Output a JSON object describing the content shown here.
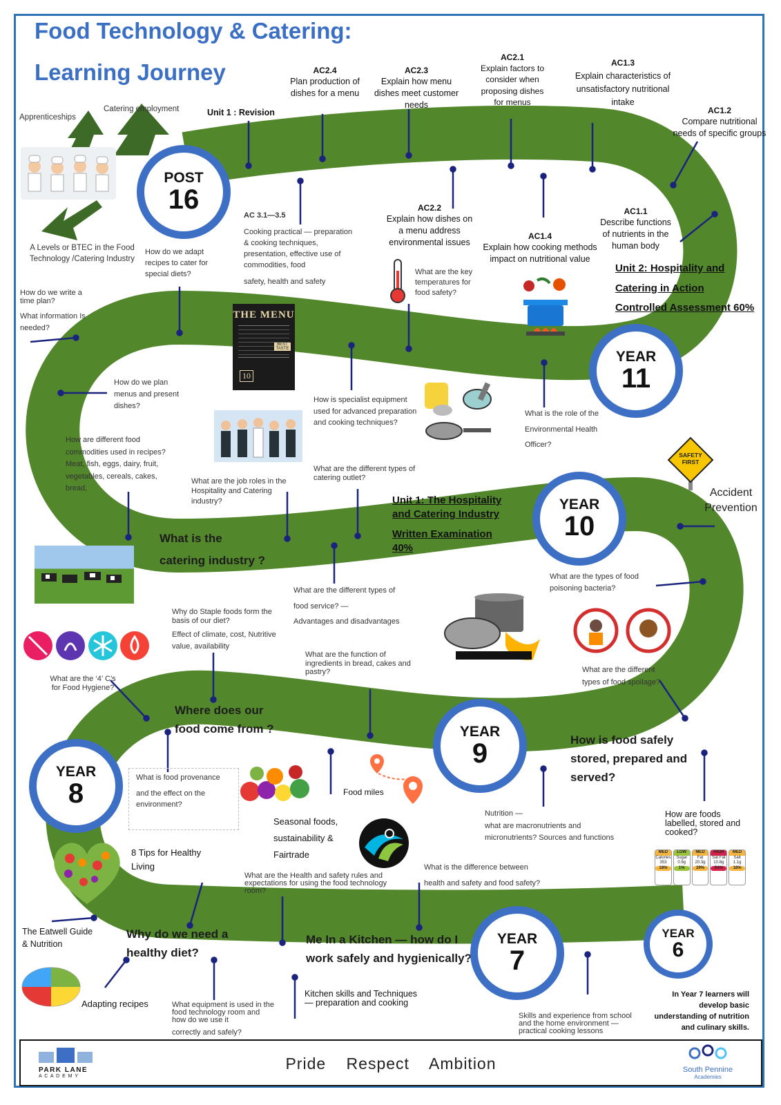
{
  "title": {
    "line1": "Food Technology & Catering:",
    "line2": "Learning Journey"
  },
  "badges": {
    "post16": {
      "l1": "POST",
      "l2": "16"
    },
    "year11": {
      "l1": "YEAR",
      "l2": "11"
    },
    "year10": {
      "l1": "YEAR",
      "l2": "10"
    },
    "year9": {
      "l1": "YEAR",
      "l2": "9"
    },
    "year8": {
      "l1": "YEAR",
      "l2": "8"
    },
    "year7": {
      "l1": "YEAR",
      "l2": "7"
    },
    "year6": {
      "l1": "YEAR",
      "l2": "6"
    }
  },
  "post16": {
    "apprenticeships": "Apprenticeships",
    "catering_employment": "Catering employment",
    "alevels": "A Levels or BTEC in the Food Technology /Catering Industry"
  },
  "ac": {
    "unit1_revision": "Unit 1 : Revision",
    "ac24_code": "AC2.4",
    "ac24_text": "Plan production of dishes for a menu",
    "ac23_code": "AC2.3",
    "ac23_text": "Explain how menu dishes meet customer needs",
    "ac21_code": "AC2.1",
    "ac21_text": "Explain factors to consider when proposing dishes for menus",
    "ac13_code": "AC1.3",
    "ac13_text": "Explain characteristics of unsatisfactory nutritional intake",
    "ac12_code": "AC1.2",
    "ac12_text": "Compare nutritional needs of specific groups",
    "ac31_code": "AC 3.1—3.5",
    "ac31_text": "Cooking practical — preparation & cooking techniques, presentation, effective use of commodities, food",
    "ac31_text2": "safety, health and safety",
    "ac22_code": "AC2.2",
    "ac22_text": "Explain how dishes on a menu address environmental issues",
    "ac14_code": "AC1.4",
    "ac14_text": "Explain how cooking methods impact on nutritional value",
    "ac11_code": "AC1.1",
    "ac11_text": "Describe functions of nutrients in the human body"
  },
  "unit2": {
    "l1": "Unit 2: Hospitality and",
    "l2": "Catering in Action",
    "l3": "Controlled Assessment 60%"
  },
  "year11_q": {
    "adapt": "How do we adapt recipes to cater for special diets?",
    "timeplan1": "How do we write a time plan?",
    "timeplan2": "What information Is needed?",
    "temps": "What are the key temperatures for food safety?",
    "ehos": "What is the role of the Environmental Health Officer?"
  },
  "year10_q": {
    "menus": "How do we plan menus and present dishes?",
    "commodities": "How are different food commodities used in recipes? Meat, fish, eggs, dairy, fruit, vegetables, cereals, cakes, bread,",
    "equipment": "How is specialist equipment used for advanced preparation and cooking techniques?",
    "outlets": "What are the different types of catering outlet?",
    "jobs": "What are the job roles in the Hospitality and Catering industry?",
    "catering_industry_l1": "What is the",
    "catering_industry_l2": "catering industry ?",
    "service1": "What are the different types of",
    "service2": "food service? —",
    "service3": "Advantages and disadvantages",
    "bacteria": "What are the types of food poisoning bacteria?",
    "accident": "Accident Prevention",
    "safety_sign": "SAFETY FIRST"
  },
  "unit1": {
    "l1": "Unit 1: The Hospitality",
    "l2": "and Catering Industry",
    "l3": "Written Examination",
    "l4": "40%"
  },
  "year9_q": {
    "staple": "Why do Staple foods form the basis of our diet?",
    "staple2": "Effect of climate, cost, Nutritive value, availability",
    "hygiene": "What are the ‘4’ C’s for Food Hygiene?",
    "function": "What are the function of ingredients in bread, cakes and pastry?",
    "spoilage": "What are the different types of food spoilage?",
    "where_l1": "Where does our",
    "where_l2": "food come from ?",
    "stored_l1": "How is food safely",
    "stored_l2": "stored, prepared and",
    "stored_l3": "served?"
  },
  "year8_q": {
    "provenance1": "What is food provenance",
    "provenance2": "and the effect on the environment?",
    "seasonal1": "Seasonal foods,",
    "seasonal2": "sustainability &",
    "seasonal3": "Fairtrade",
    "foodmiles": "Food miles",
    "nutrition1": "Nutrition —",
    "nutrition2": "what are macronutrients and",
    "nutrition3": "micronutrients? Sources and functions",
    "labelled": "How are foods labelled, stored and cooked?",
    "tips": "8 Tips for Healthy Living",
    "eatwell": "The Eatwell Guide & Nutrition",
    "hs_rules": "What are the Health and safety rules and expectations for using the food technology room?",
    "hs_diff1": "What is the difference between",
    "hs_diff2": "health and safety and food safety?"
  },
  "year7_q": {
    "healthy_l1": "Why do we need a",
    "healthy_l2": "healthy diet?",
    "kitchen_l1": "Me In a Kitchen — how do I",
    "kitchen_l2": "work safely and hygienically?",
    "adapting": "Adapting  recipes",
    "equipment": "What equipment is used in the food technology room and how do we use it",
    "equipment2": "correctly and safely?",
    "skills": "Kitchen skills and Techniques — preparation and cooking",
    "experience": "Skills and experience from school and the home environment — practical cooking lessons",
    "year7_note": "In Year 7 learners will develop basic understanding of nutrition and culinary skills."
  },
  "menu_img": {
    "title": "THE MENU",
    "taste": "BEST TASTE",
    "num": "10"
  },
  "labels_img": [
    {
      "lvl": "MED",
      "name": "Calories",
      "val": "353",
      "pct": "18%",
      "color": "#f4b63e"
    },
    {
      "lvl": "LOW",
      "name": "Sugar",
      "val": "0.9g",
      "pct": "1%",
      "color": "#9cc43a"
    },
    {
      "lvl": "MED",
      "name": "Fat",
      "val": "20.3g",
      "pct": "29%",
      "color": "#f4b63e"
    },
    {
      "lvl": "HIGH",
      "name": "Sat Fat",
      "val": "10.8g",
      "pct": "54%",
      "color": "#d9224b"
    },
    {
      "lvl": "MED",
      "name": "Salt",
      "val": "1.1g",
      "pct": "18%",
      "color": "#f4b63e"
    }
  ],
  "footer": {
    "school_l1": "PARK LANE",
    "school_l2": "A C A D E M Y",
    "motto": "Pride  Respect  Ambition",
    "trust_l1": "South Pennine",
    "trust_l2": "Academies"
  },
  "colors": {
    "road": "#52872b",
    "badge": "#3d6fc4",
    "title": "#3a6fc4",
    "pin": "#1a237e"
  }
}
